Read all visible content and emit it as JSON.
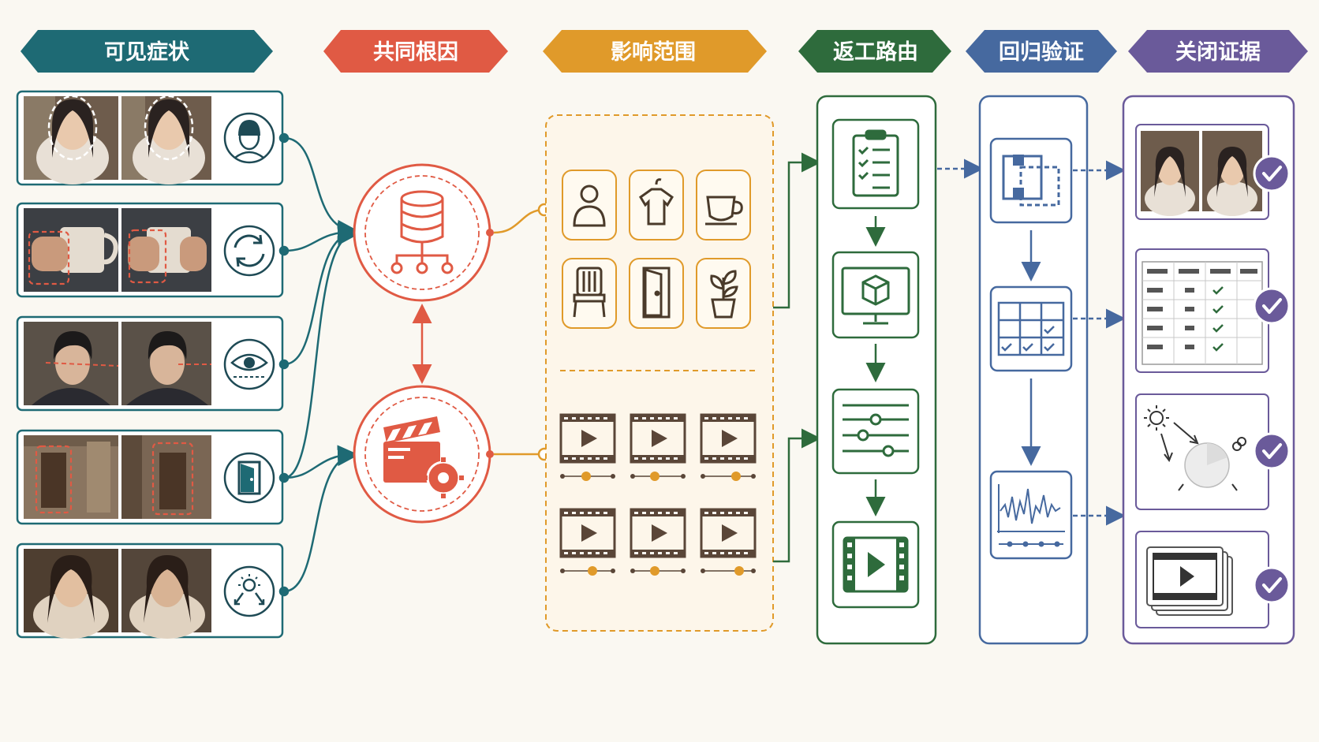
{
  "headers": [
    {
      "label": "可见症状",
      "color": "#1e6a74"
    },
    {
      "label": "共同根因",
      "color": "#e05a44"
    },
    {
      "label": "影响范围",
      "color": "#e09a2a"
    },
    {
      "label": "返工路由",
      "color": "#2e6b3c"
    },
    {
      "label": "回归验证",
      "color": "#46699f"
    },
    {
      "label": "关闭证据",
      "color": "#6a5a9a"
    }
  ],
  "symptoms": [
    {
      "thumb": "woman-portrait-face-outline",
      "icon": "face-icon"
    },
    {
      "thumb": "hands-holding-mug",
      "icon": "sync-icon"
    },
    {
      "thumb": "man-portrait-eyeline",
      "icon": "eye-icon"
    },
    {
      "thumb": "room-door",
      "icon": "door-icon"
    },
    {
      "thumb": "woman-portrait-lighting",
      "icon": "light-direction-icon"
    }
  ],
  "root_causes": [
    {
      "icon": "database-icon"
    },
    {
      "icon": "clapperboard-gear-icon"
    }
  ],
  "impact": {
    "assets": [
      "person-icon",
      "shirt-icon",
      "cup-icon",
      "chair-icon",
      "door-icon",
      "plant-icon"
    ],
    "shots": [
      "film-icon",
      "film-icon",
      "film-icon",
      "film-icon",
      "film-icon",
      "film-icon"
    ]
  },
  "rework": [
    "clipboard-checklist-icon",
    "monitor-3d-icon",
    "sliders-icon",
    "video-icon"
  ],
  "regression": [
    "overlay-compare-icon",
    "check-table-icon",
    "waveform-icon"
  ],
  "evidence": [
    "portrait-pair",
    "check-table",
    "lighting-diagram",
    "film-stack"
  ],
  "colors": {
    "teal": "#1e6a74",
    "red": "#e05a44",
    "amber": "#e09a2a",
    "green": "#2e6b3c",
    "blue": "#46699f",
    "purple": "#6a5a9a"
  }
}
